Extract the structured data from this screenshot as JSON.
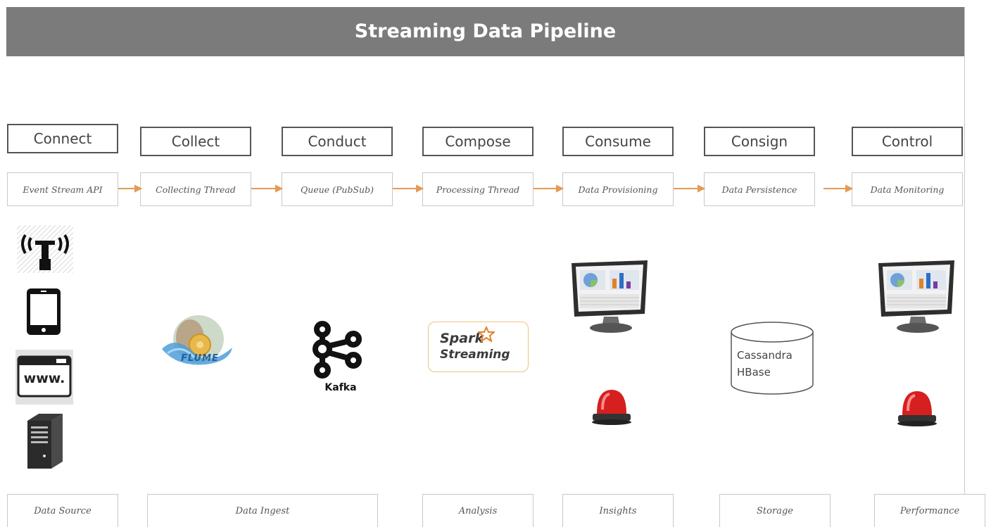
{
  "title": "Streaming Data Pipeline",
  "stages": [
    {
      "label": "Connect",
      "sub": "Event Stream API"
    },
    {
      "label": "Collect",
      "sub": "Collecting Thread"
    },
    {
      "label": "Conduct",
      "sub": "Queue (PubSub)"
    },
    {
      "label": "Compose",
      "sub": "Processing Thread"
    },
    {
      "label": "Consume",
      "sub": "Data Provisioning"
    },
    {
      "label": "Consign",
      "sub": "Data Persistence"
    },
    {
      "label": "Control",
      "sub": "Data Monitoring"
    }
  ],
  "categories": [
    "Data Source",
    "Data Ingest",
    "Analysis",
    "Insights",
    "Storage",
    "Performance"
  ],
  "icons": {
    "www_text": "www.",
    "kafka_label": "Kafka",
    "spark_line1": "Spark",
    "spark_line2": "Streaming",
    "flume_text": "FLUME",
    "db_line1": "Cassandra",
    "db_line2": "HBase"
  },
  "colors": {
    "title_bar": "#7b7b7b",
    "arrow": "#e49a55",
    "spark_border": "#f0c27a",
    "alarm_red": "#d61f1f"
  }
}
